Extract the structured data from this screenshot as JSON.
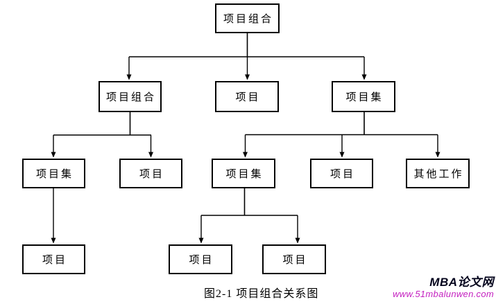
{
  "diagram": {
    "nodes": [
      {
        "id": "portfolio-root",
        "level": 1,
        "label": "项目组合"
      },
      {
        "id": "portfolio-l2",
        "level": 2,
        "label": "项目组合"
      },
      {
        "id": "project-l2",
        "level": 2,
        "label": "项目"
      },
      {
        "id": "program-l2",
        "level": 2,
        "label": "项目集"
      },
      {
        "id": "program-l3-left",
        "level": 3,
        "label": "项目集"
      },
      {
        "id": "project-l3-left",
        "level": 3,
        "label": "项目"
      },
      {
        "id": "program-l3-right",
        "level": 3,
        "label": "项目集"
      },
      {
        "id": "project-l3-right",
        "level": 3,
        "label": "项目"
      },
      {
        "id": "other-work-l3",
        "level": 3,
        "label": "其他工作"
      },
      {
        "id": "project-l4-1",
        "level": 4,
        "label": "项目"
      },
      {
        "id": "project-l4-2",
        "level": 4,
        "label": "项目"
      },
      {
        "id": "project-l4-3",
        "level": 4,
        "label": "项目"
      }
    ],
    "edges": [
      [
        "portfolio-root",
        "portfolio-l2"
      ],
      [
        "portfolio-root",
        "project-l2"
      ],
      [
        "portfolio-root",
        "program-l2"
      ],
      [
        "portfolio-l2",
        "program-l3-left"
      ],
      [
        "portfolio-l2",
        "project-l3-left"
      ],
      [
        "program-l2",
        "program-l3-right"
      ],
      [
        "program-l2",
        "project-l3-right"
      ],
      [
        "program-l2",
        "other-work-l3"
      ],
      [
        "program-l3-left",
        "project-l4-1"
      ],
      [
        "program-l3-right",
        "project-l4-2"
      ],
      [
        "program-l3-right",
        "project-l4-3"
      ]
    ]
  },
  "caption": "图2-1 项目组合关系图",
  "watermark": {
    "site_name": "MBA论文网",
    "url": "www.51mbalunwen.com"
  },
  "colors": {
    "background": "#ffffff",
    "line": "#000000",
    "box_border": "#000000",
    "watermark_site": "#04041c",
    "watermark_url": "#c421c0"
  }
}
